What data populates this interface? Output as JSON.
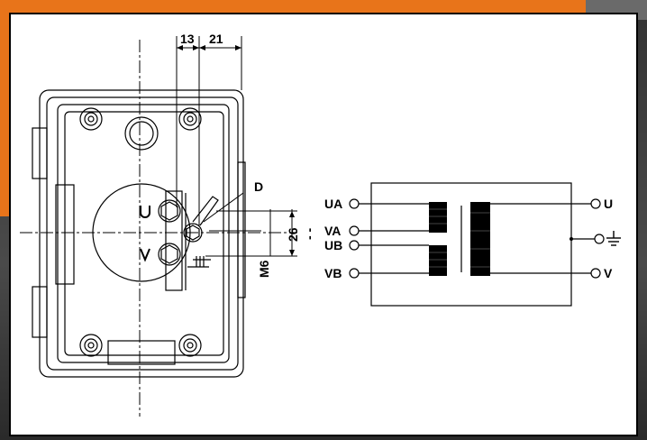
{
  "dimensions": {
    "dim_left": "13",
    "dim_right": "21",
    "dim_vertical": "26",
    "thread": "M6",
    "detail": "D"
  },
  "terminals_left": [
    "UA",
    "VA",
    "UB",
    "VB"
  ],
  "terminals_right": [
    "U",
    "V"
  ],
  "ground_symbol": "protective-earth-icon",
  "colors": {
    "accent": "#e8741a",
    "frame": "#444444",
    "line": "#000000"
  }
}
